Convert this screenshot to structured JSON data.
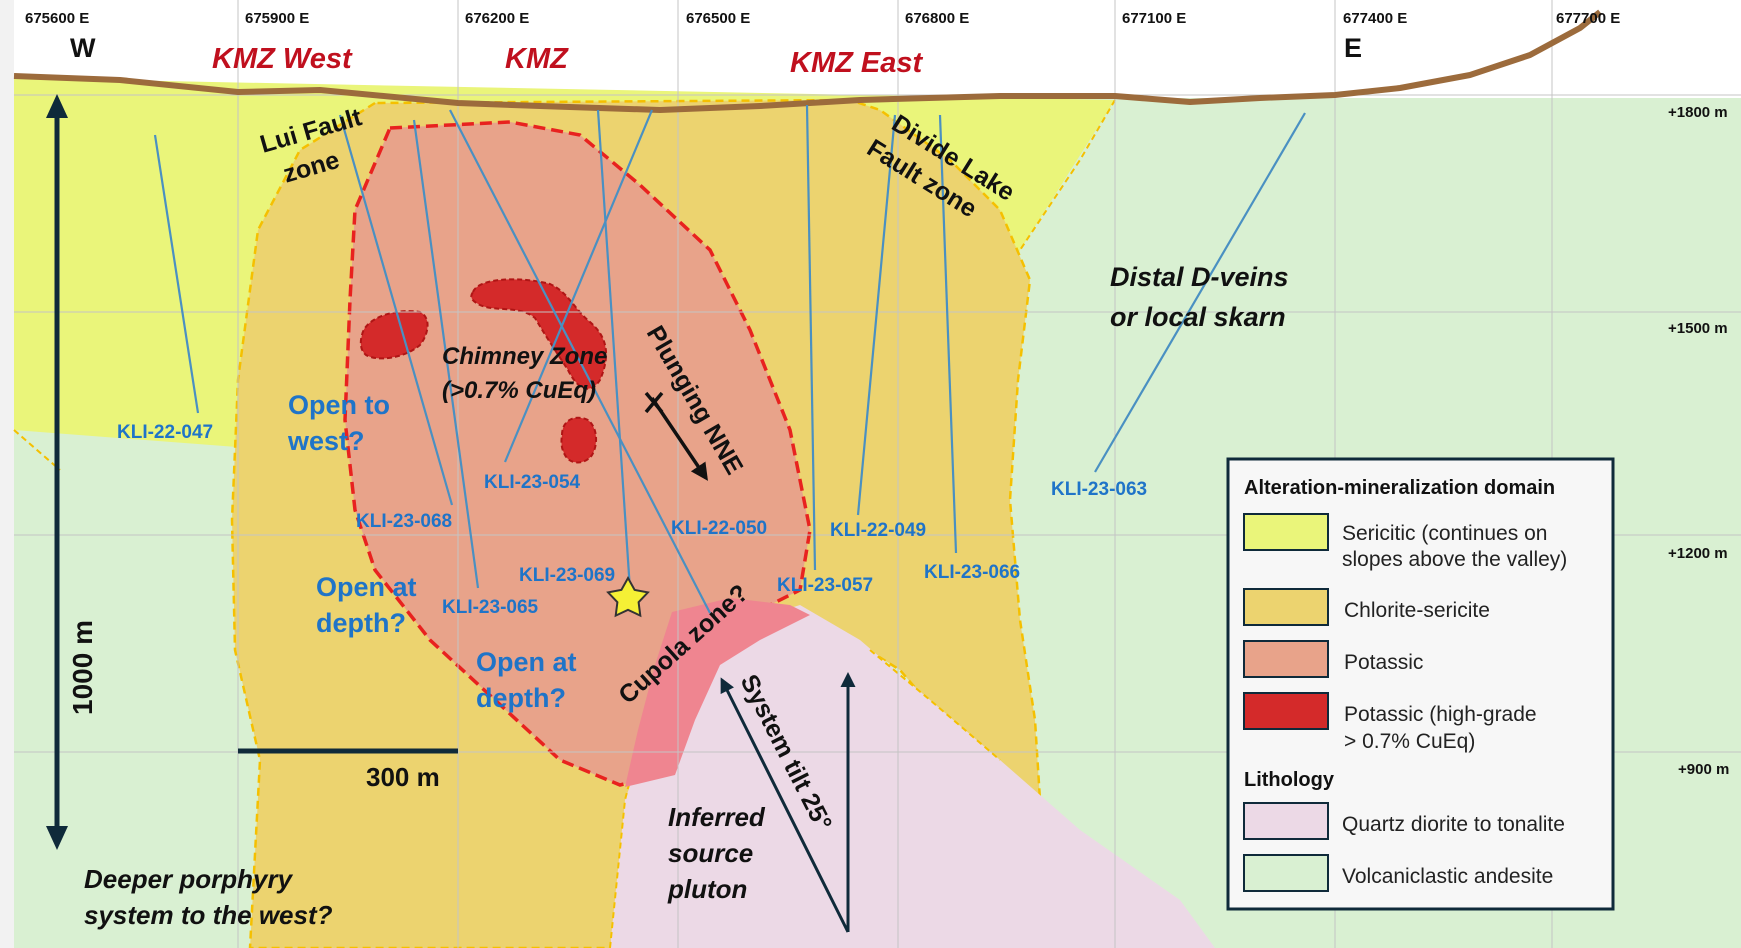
{
  "eastings": [
    "675600 E",
    "675900 E",
    "676200 E",
    "676500 E",
    "676800 E",
    "677100 E",
    "677400 E",
    "677700 E"
  ],
  "elevations": [
    "+1800 m",
    "+1500 m",
    "+1200 m",
    "+900 m"
  ],
  "compass": {
    "west": "W",
    "east": "E"
  },
  "zones": {
    "west": "KMZ West",
    "central": "KMZ",
    "east": "KMZ East"
  },
  "labels": {
    "lui_fault_1": "Lui Fault",
    "lui_fault_2": "zone",
    "divide_lake_1": "Divide Lake",
    "divide_lake_2": "Fault zone",
    "distal_1": "Distal D-veins",
    "distal_2": "or local skarn",
    "chimney_1": "Chimney Zone",
    "chimney_2": "(>0.7% CuEq)",
    "plunging": "Plunging NNE",
    "cupola": "Cupola zone?",
    "tilt": "System tilt 25°",
    "pluton_1": "Inferred",
    "pluton_2": "source",
    "pluton_3": "pluton",
    "deeper_1": "Deeper porphyry",
    "deeper_2": "system to the west?",
    "open_west_1": "Open to",
    "open_west_2": "west?",
    "open_depth_a1": "Open at",
    "open_depth_a2": "depth?",
    "open_depth_b1": "Open at",
    "open_depth_b2": "depth?"
  },
  "drillholes": [
    "KLI-22-047",
    "KLI-23-068",
    "KLI-23-054",
    "KLI-23-069",
    "KLI-23-065",
    "KLI-22-050",
    "KLI-22-049",
    "KLI-23-057",
    "KLI-23-066",
    "KLI-23-063"
  ],
  "scales": {
    "vertical": "1000 m",
    "horizontal": "300 m"
  },
  "legend": {
    "title": "Alteration-mineralization domain",
    "items": [
      {
        "label_1": "Sericitic (continues on",
        "label_2": "slopes above the valley)",
        "color": "#eaf57a"
      },
      {
        "label_1": "Chlorite-sericite",
        "color": "#ecd36f"
      },
      {
        "label_1": "Potassic",
        "color": "#e8a38a"
      },
      {
        "label_1": "Potassic (high-grade",
        "label_2": "> 0.7% CuEq)",
        "color": "#d42a2a"
      }
    ],
    "lithology_title": "Lithology",
    "lithology_items": [
      {
        "label_1": "Quartz diorite to tonalite",
        "color": "#ecd9e6"
      },
      {
        "label_1": "Volcaniclastic andesite",
        "color": "#d9f0d2"
      }
    ]
  },
  "colors": {
    "andesite": "#d9f0d2",
    "sericitic": "#eaf57a",
    "chlorite_sericite": "#ecd36f",
    "potassic": "#e8a38a",
    "potassic_high_grade": "#d42a2a",
    "quartz_diorite": "#ecd9e6",
    "cupola": "#ef8590",
    "topography": "#9c6b3c",
    "drillhole": "#4a90c2",
    "label_blue": "#1f74c8",
    "zone_red": "#c0101e"
  }
}
